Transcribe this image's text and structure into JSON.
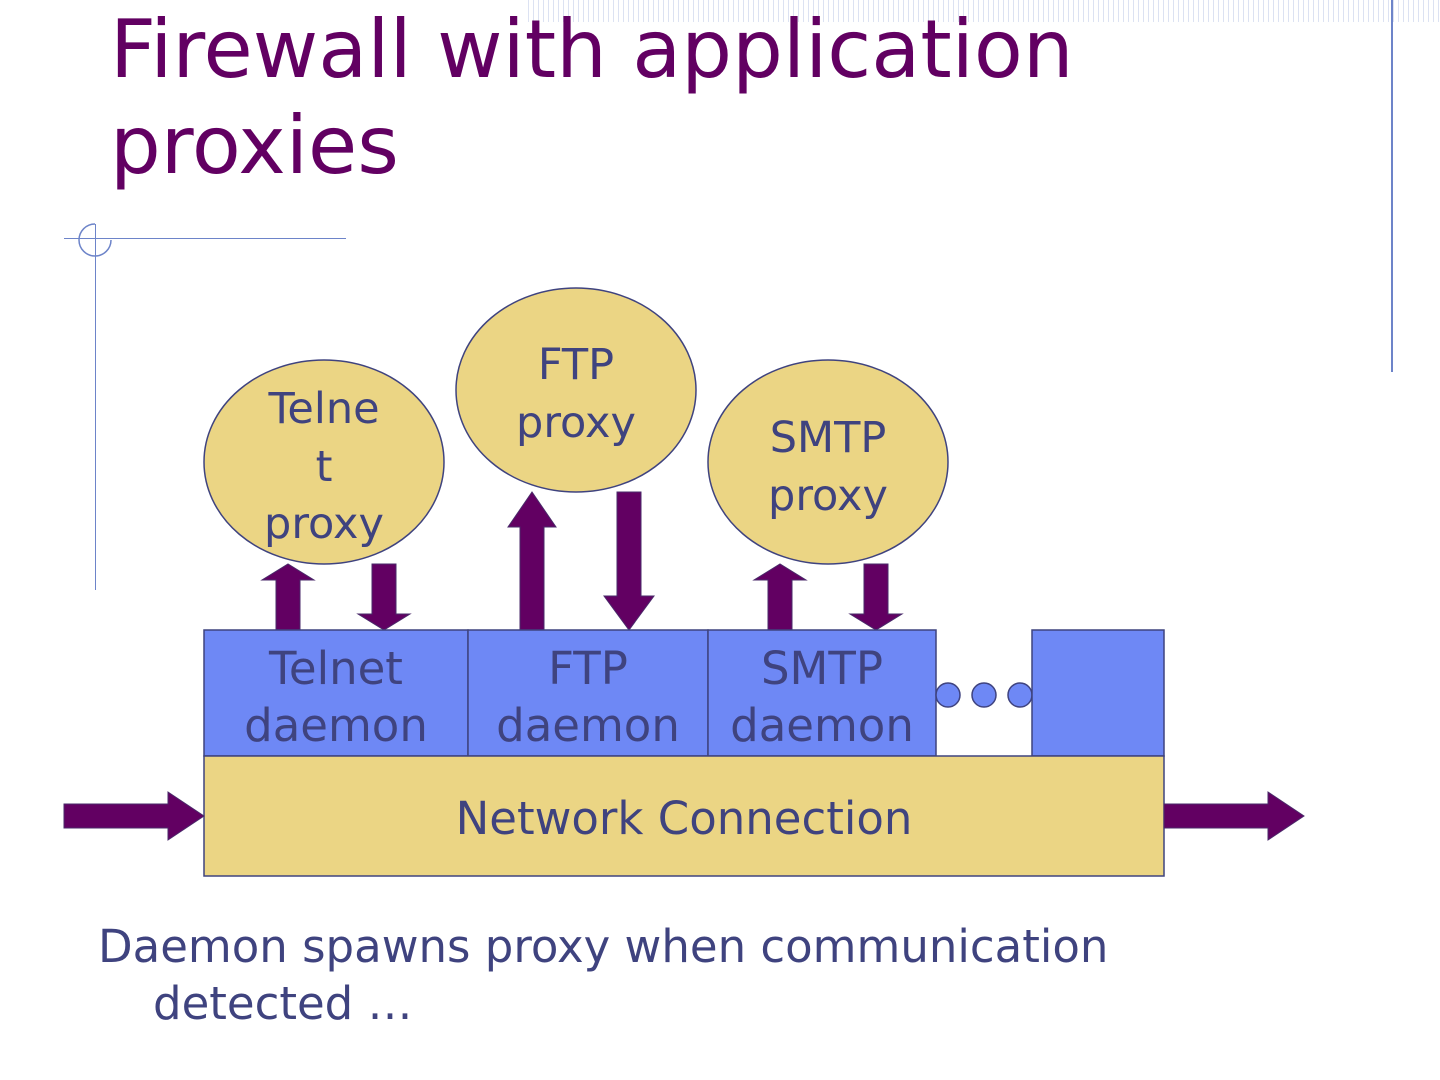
{
  "slide": {
    "title_line1": "Firewall with application",
    "title_line2": "proxies",
    "caption_line1": "Daemon spawns proxy when communication",
    "caption_line2": "detected …"
  },
  "diagram": {
    "proxies": [
      {
        "id": "telnet",
        "lines": [
          "Telne",
          "t",
          "proxy"
        ]
      },
      {
        "id": "ftp",
        "lines": [
          "FTP",
          "proxy"
        ]
      },
      {
        "id": "smtp",
        "lines": [
          "SMTP",
          "proxy"
        ]
      }
    ],
    "daemons": [
      {
        "id": "telnet",
        "lines": [
          "Telnet",
          "daemon"
        ]
      },
      {
        "id": "ftp",
        "lines": [
          "FTP",
          "daemon"
        ]
      },
      {
        "id": "smtp",
        "lines": [
          "SMTP",
          "daemon"
        ]
      }
    ],
    "network_label": "Network Connection",
    "colors": {
      "title": "#620062",
      "text": "#3f437f",
      "proxy_fill": "#ebd584",
      "daemon_fill": "#6e88f5",
      "network_fill": "#ebd584",
      "arrow": "#620062",
      "outline": "#3f437f"
    }
  }
}
